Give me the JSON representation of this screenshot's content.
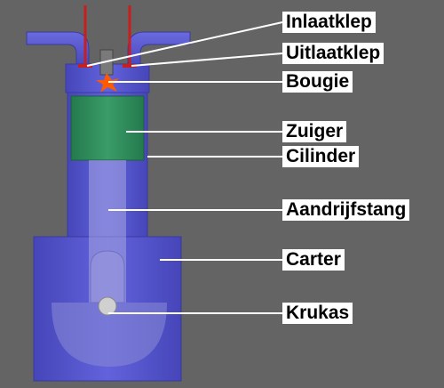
{
  "labels": {
    "inlaatklep": "Inlaatklep",
    "uitlaatklep": "Uitlaatklep",
    "bougie": "Bougie",
    "zuiger": "Zuiger",
    "cilinder": "Cilinder",
    "aandrijfstang": "Aandrijfstang",
    "carter": "Carter",
    "krukas": "Krukas"
  },
  "colors": {
    "background": "#646464",
    "engine_body": "#5a5ad2",
    "engine_dark": "#3c3ca0",
    "piston": "#2e8c5a",
    "valve_stem": "#c81e1e",
    "spark": "#ff5a00",
    "label_bg": "#ffffff",
    "label_text": "#000000"
  }
}
